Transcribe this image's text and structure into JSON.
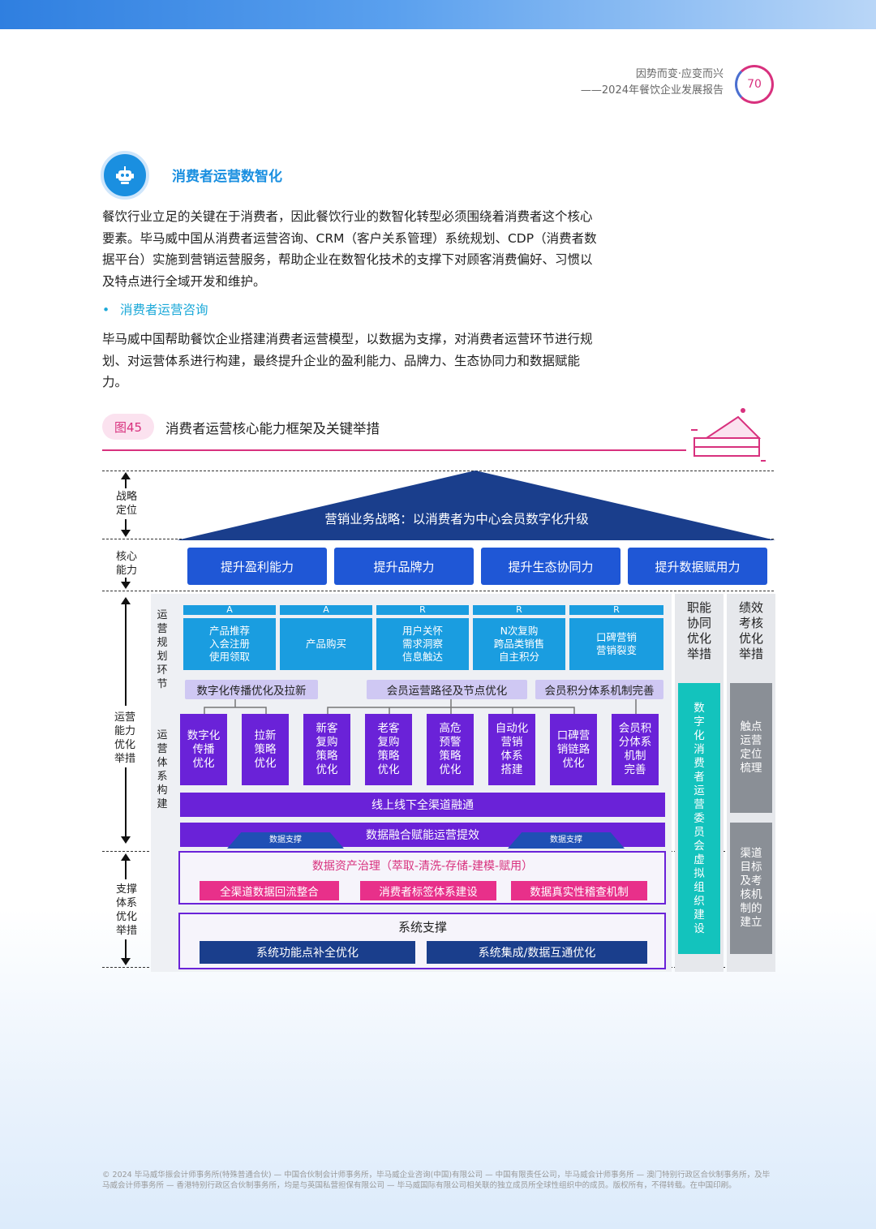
{
  "header": {
    "title_line1": "因势而变·应变而兴",
    "title_line2": "——2024年餐饮企业发展报告",
    "page_number": "70"
  },
  "section": {
    "title": "消费者运营数智化",
    "para1": "餐饮行业立足的关键在于消费者，因此餐饮行业的数智化转型必须围绕着消费者这个核心要素。毕马威中国从消费者运营咨询、CRM（客户关系管理）系统规划、CDP（消费者数据平台）实施到营销运营服务，帮助企业在数智化技术的支撑下对顾客消费偏好、习惯以及特点进行全域开发和维护。",
    "bullet_dot": "•",
    "bullet": "消费者运营咨询",
    "para2": "毕马威中国帮助餐饮企业搭建消费者运营模型，以数据为支撑，对消费者运营环节进行规划、对运营体系进行构建，最终提升企业的盈利能力、品牌力、生态协同力和数据赋能力。"
  },
  "figure": {
    "number": "图45",
    "title": "消费者运营核心能力框架及关键举措"
  },
  "diagram": {
    "row_labels": [
      "战略\n定位",
      "核心\n能力",
      "运营\n能力\n优化\n举措",
      "支撑\n体系\n优化\n举措"
    ],
    "roof": "营销业务战略：以消费者为中心会员数字化升级",
    "capabilities": [
      "提升盈利能力",
      "提升品牌力",
      "提升生态协同力",
      "提升数据赋用力"
    ],
    "sub_label_plan": "运营规划环节",
    "sub_label_build": "运营体系构建",
    "aarrr": [
      {
        "letter": "A",
        "text": "产品推荐\n入会注册\n使用领取"
      },
      {
        "letter": "A",
        "text": "产品购买"
      },
      {
        "letter": "R",
        "text": "用户关怀\n需求洞察\n信息触达"
      },
      {
        "letter": "R",
        "text": "N次复购\n跨品类销售\n自主积分"
      },
      {
        "letter": "R",
        "text": "口碑营销\n营销裂变"
      }
    ],
    "groups": [
      "数字化传播优化及拉新",
      "会员运营路径及节点优化",
      "会员积分体系机制完善"
    ],
    "actions": [
      "数字化\n传播\n优化",
      "拉新\n策略\n优化",
      "新客\n复购\n策略\n优化",
      "老客\n复购\n策略\n优化",
      "高危\n预警\n策略\n优化",
      "自动化\n营销\n体系\n搭建",
      "口碑营\n销链路\n优化",
      "会员积\n分体系\n机制\n完善"
    ],
    "bar_omni": "线上线下全渠道融通",
    "bar_data": "数据融合赋能运营提效",
    "support_tag": "数据支撑",
    "governance_title": "数据资产治理（萃取-清洗-存储-建模-赋用）",
    "governance_items": [
      "全渠道数据回流整合",
      "消费者标签体系建设",
      "数据真实性稽查机制"
    ],
    "system_title": "系统支撑",
    "system_items": [
      "系统功能点补全优化",
      "系统集成/数据互通优化"
    ],
    "right_col1_title": "职能\n协同\n优化\n举措",
    "right_col1_body": "数字化消费者运营委员会虚拟组织建设",
    "right_col2_title": "绩效\n考核\n优化\n举措",
    "right_col2_body1": "触点运营定位梳理",
    "right_col2_body2": "渠道目标及考核机制的建立"
  },
  "footer": "© 2024 毕马威华振会计师事务所(特殊普通合伙) — 中国合伙制会计师事务所，毕马威企业咨询(中国)有限公司 — 中国有限责任公司，毕马威会计师事务所 — 澳门特别行政区合伙制事务所，及毕马威会计师事务所 — 香港特别行政区合伙制事务所，均是与英国私营担保有限公司 — 毕马威国际有限公司相关联的独立成员所全球性组织中的成员。版权所有，不得转载。在中国印刷。"
}
